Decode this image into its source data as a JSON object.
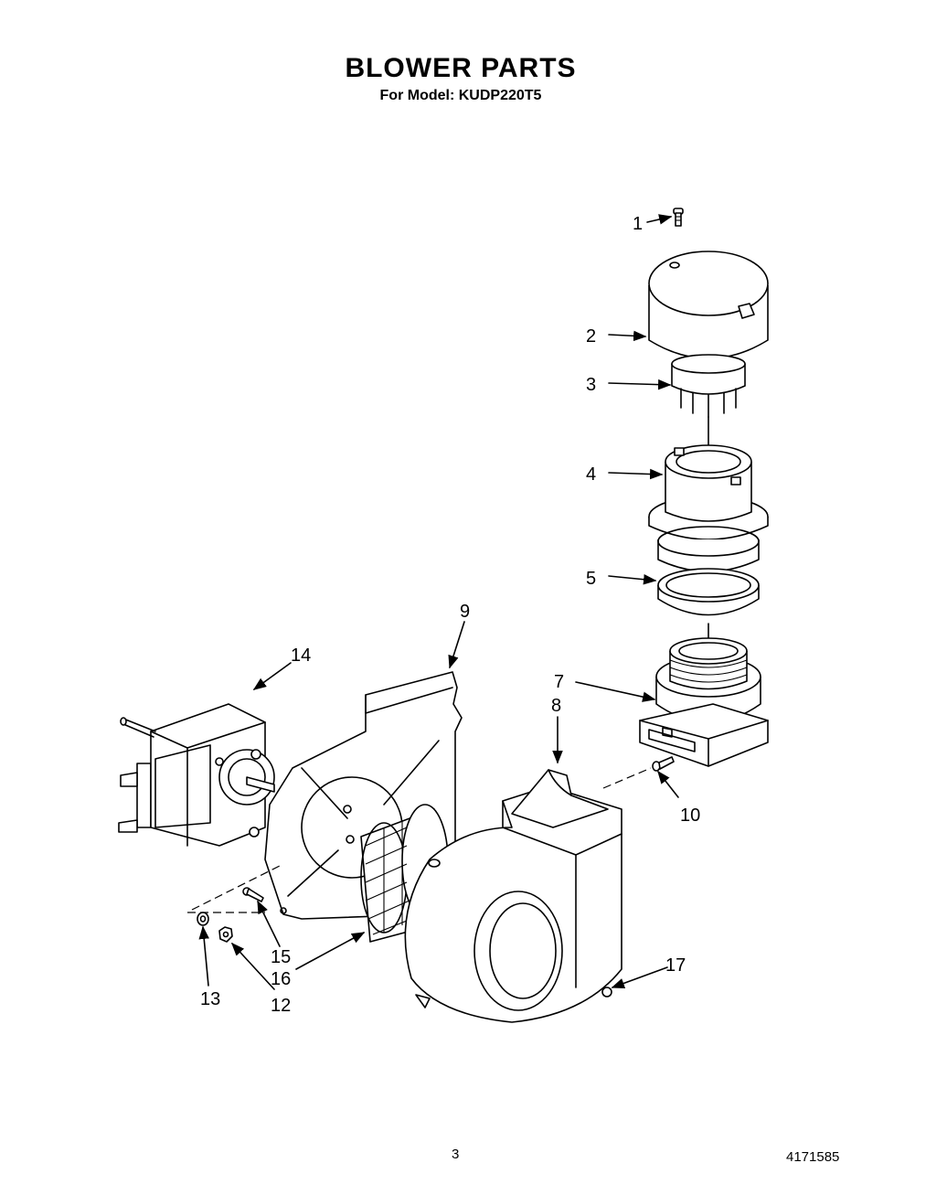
{
  "header": {
    "title": "BLOWER PARTS",
    "subtitle": "For Model: KUDP220T5"
  },
  "footer": {
    "page_number": "3",
    "document_number": "4171585"
  },
  "callouts": {
    "c1": "1",
    "c2": "2",
    "c3": "3",
    "c4": "4",
    "c5": "5",
    "c7": "7",
    "c8": "8",
    "c9": "9",
    "c10": "10",
    "c12": "12",
    "c13": "13",
    "c14": "14",
    "c15": "15",
    "c16": "16",
    "c17": "17"
  }
}
